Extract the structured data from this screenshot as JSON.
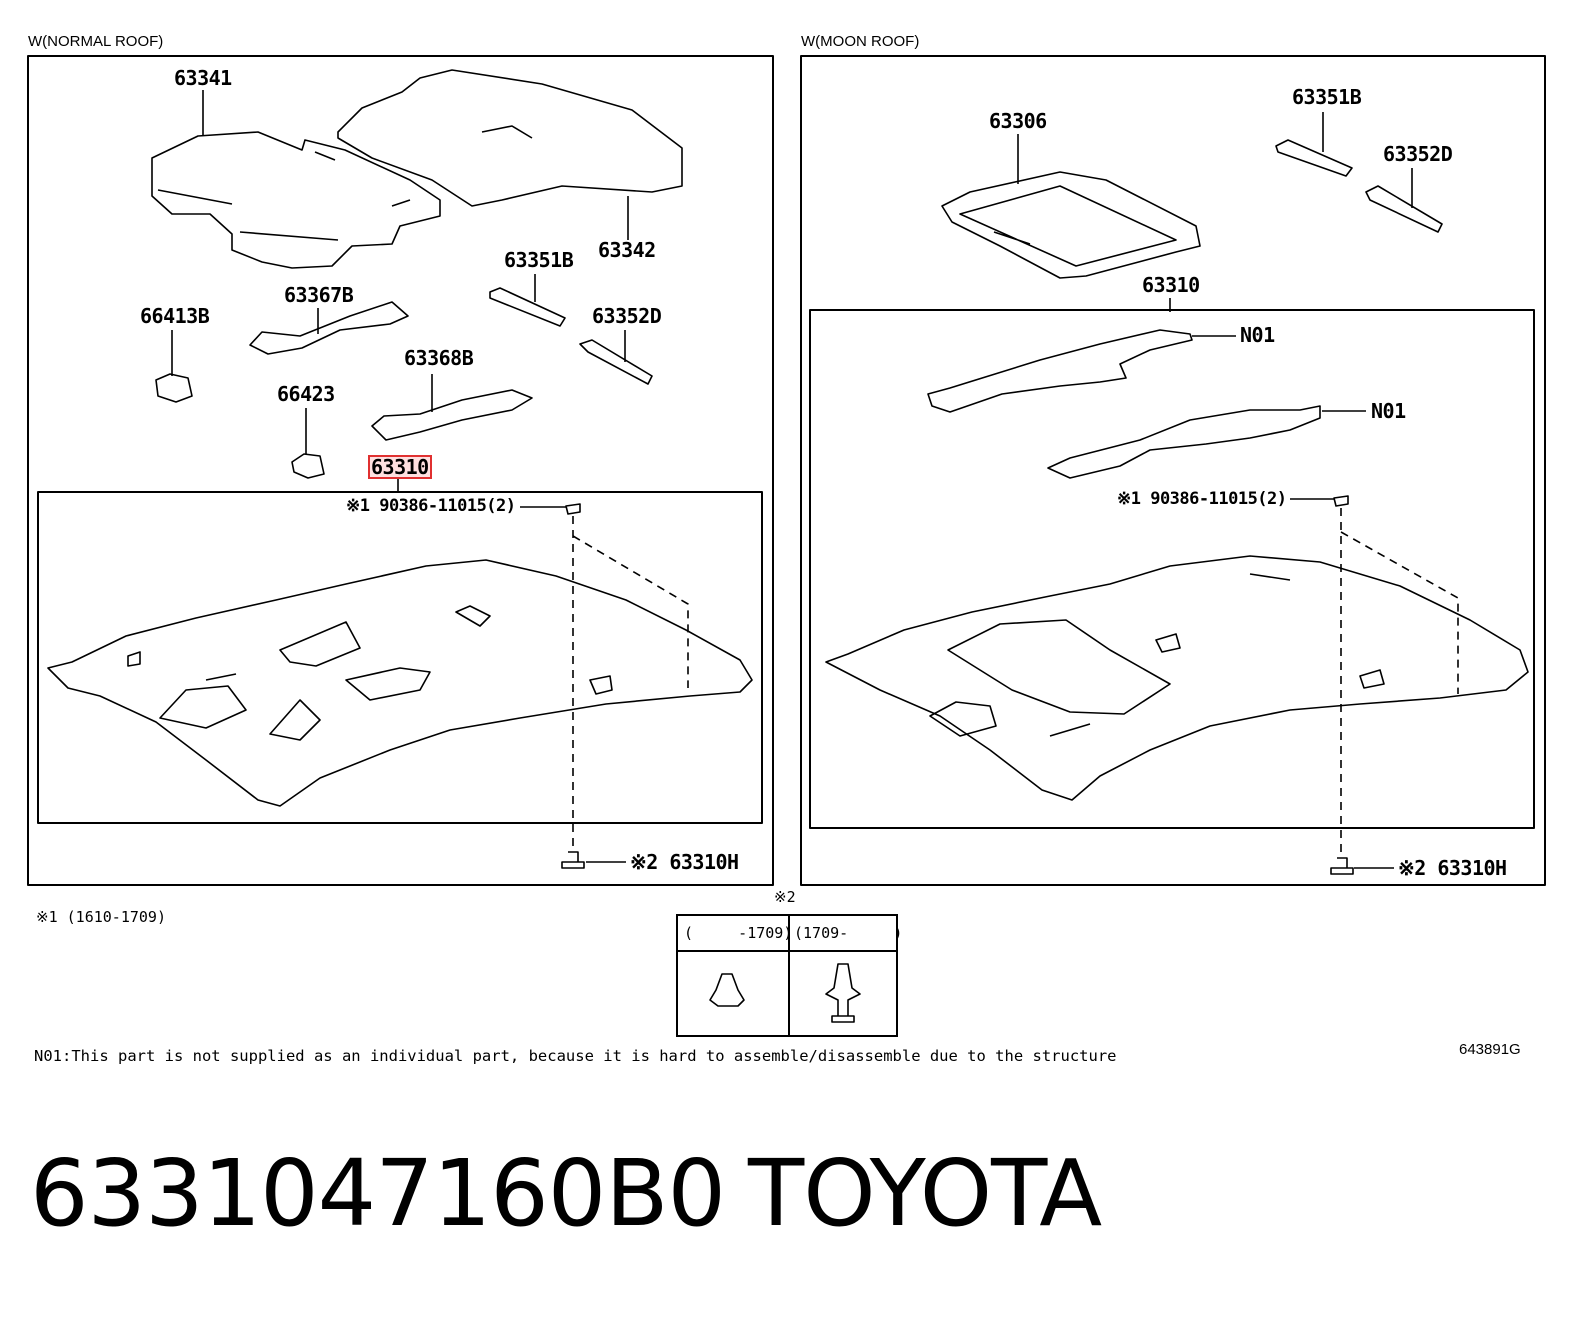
{
  "sections": {
    "normal_roof": "W(NORMAL ROOF)",
    "moon_roof": "W(MOON ROOF)"
  },
  "normal_roof_labels": {
    "p63341": "63341",
    "p63342": "63342",
    "p63351b": "63351B",
    "p63367b": "63367B",
    "p66413b": "66413B",
    "p63352d": "63352D",
    "p63368b": "63368B",
    "p66423": "66423",
    "p63310": "63310",
    "clip_note": "※1 90386-11015(2)",
    "p63310h": "※2 63310H"
  },
  "moon_roof_labels": {
    "p63306": "63306",
    "p63351b": "63351B",
    "p63352d": "63352D",
    "p63310": "63310",
    "n01_a": "N01",
    "n01_b": "N01",
    "clip_note": "※1 90386-11015(2)",
    "p63310h": "※2 63310H"
  },
  "footnote_1": "※1 (1610-1709)",
  "legend": {
    "marker": "※2",
    "col1": "(     -1709)",
    "col2": "(1709-     )"
  },
  "n01_note": "N01:This part is not supplied as an individual part, because it is hard to assemble/disassemble due to the structure",
  "diagram_code": "643891G",
  "part_number": "6331047160B0",
  "brand": "TOYOTA"
}
